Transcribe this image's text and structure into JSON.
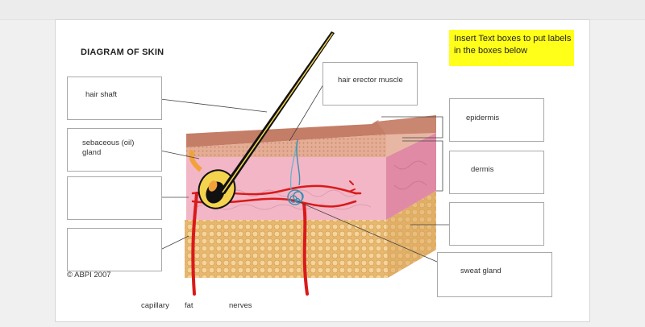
{
  "title": "DIAGRAM OF SKIN",
  "note": "Insert Text boxes to put labels in the boxes below",
  "boxes": {
    "hair_shaft": "hair shaft",
    "sebaceous_gland": "sebaceous (oil)\ngland",
    "empty_left_1": "",
    "empty_left_2": "",
    "hair_erector_muscle": "hair erector muscle",
    "epidermis": "epidermis",
    "dermis": "dermis",
    "empty_right": "",
    "sweat_gland": "sweat gland"
  },
  "copyright": "© ABPI 2007",
  "word_bank": [
    "capillary",
    "fat",
    "nerves"
  ],
  "colors": {
    "note_background": "#ffff1a",
    "epidermis": "#d9a088",
    "dermis": "#f1b2c4",
    "fat": "#e9c07e",
    "blood_vessel": "#d91a1a",
    "hair": "#111111"
  }
}
